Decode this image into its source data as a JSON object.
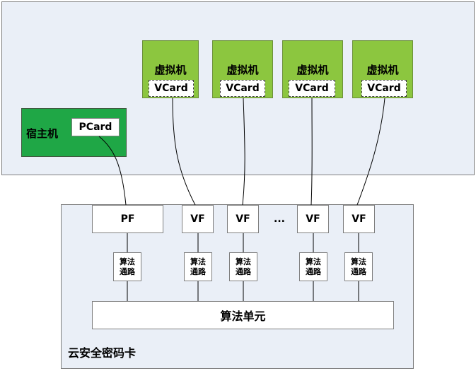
{
  "vms": [
    {
      "label": "虚拟机",
      "card": "VCard"
    },
    {
      "label": "虚拟机",
      "card": "VCard"
    },
    {
      "label": "虚拟机",
      "card": "VCard"
    },
    {
      "label": "虚拟机",
      "card": "VCard"
    }
  ],
  "host": {
    "label": "宿主机",
    "card": "PCard"
  },
  "card": {
    "title": "云安全密码卡",
    "functions": [
      "PF",
      "VF",
      "VF",
      "VF",
      "VF"
    ],
    "ellipsis": "...",
    "channel_label": "算法\n通路",
    "unit_label": "算法单元"
  },
  "colors": {
    "panel_bg": "#eaeff7",
    "vm_green": "#8cc63f",
    "host_green": "#1fa746"
  }
}
